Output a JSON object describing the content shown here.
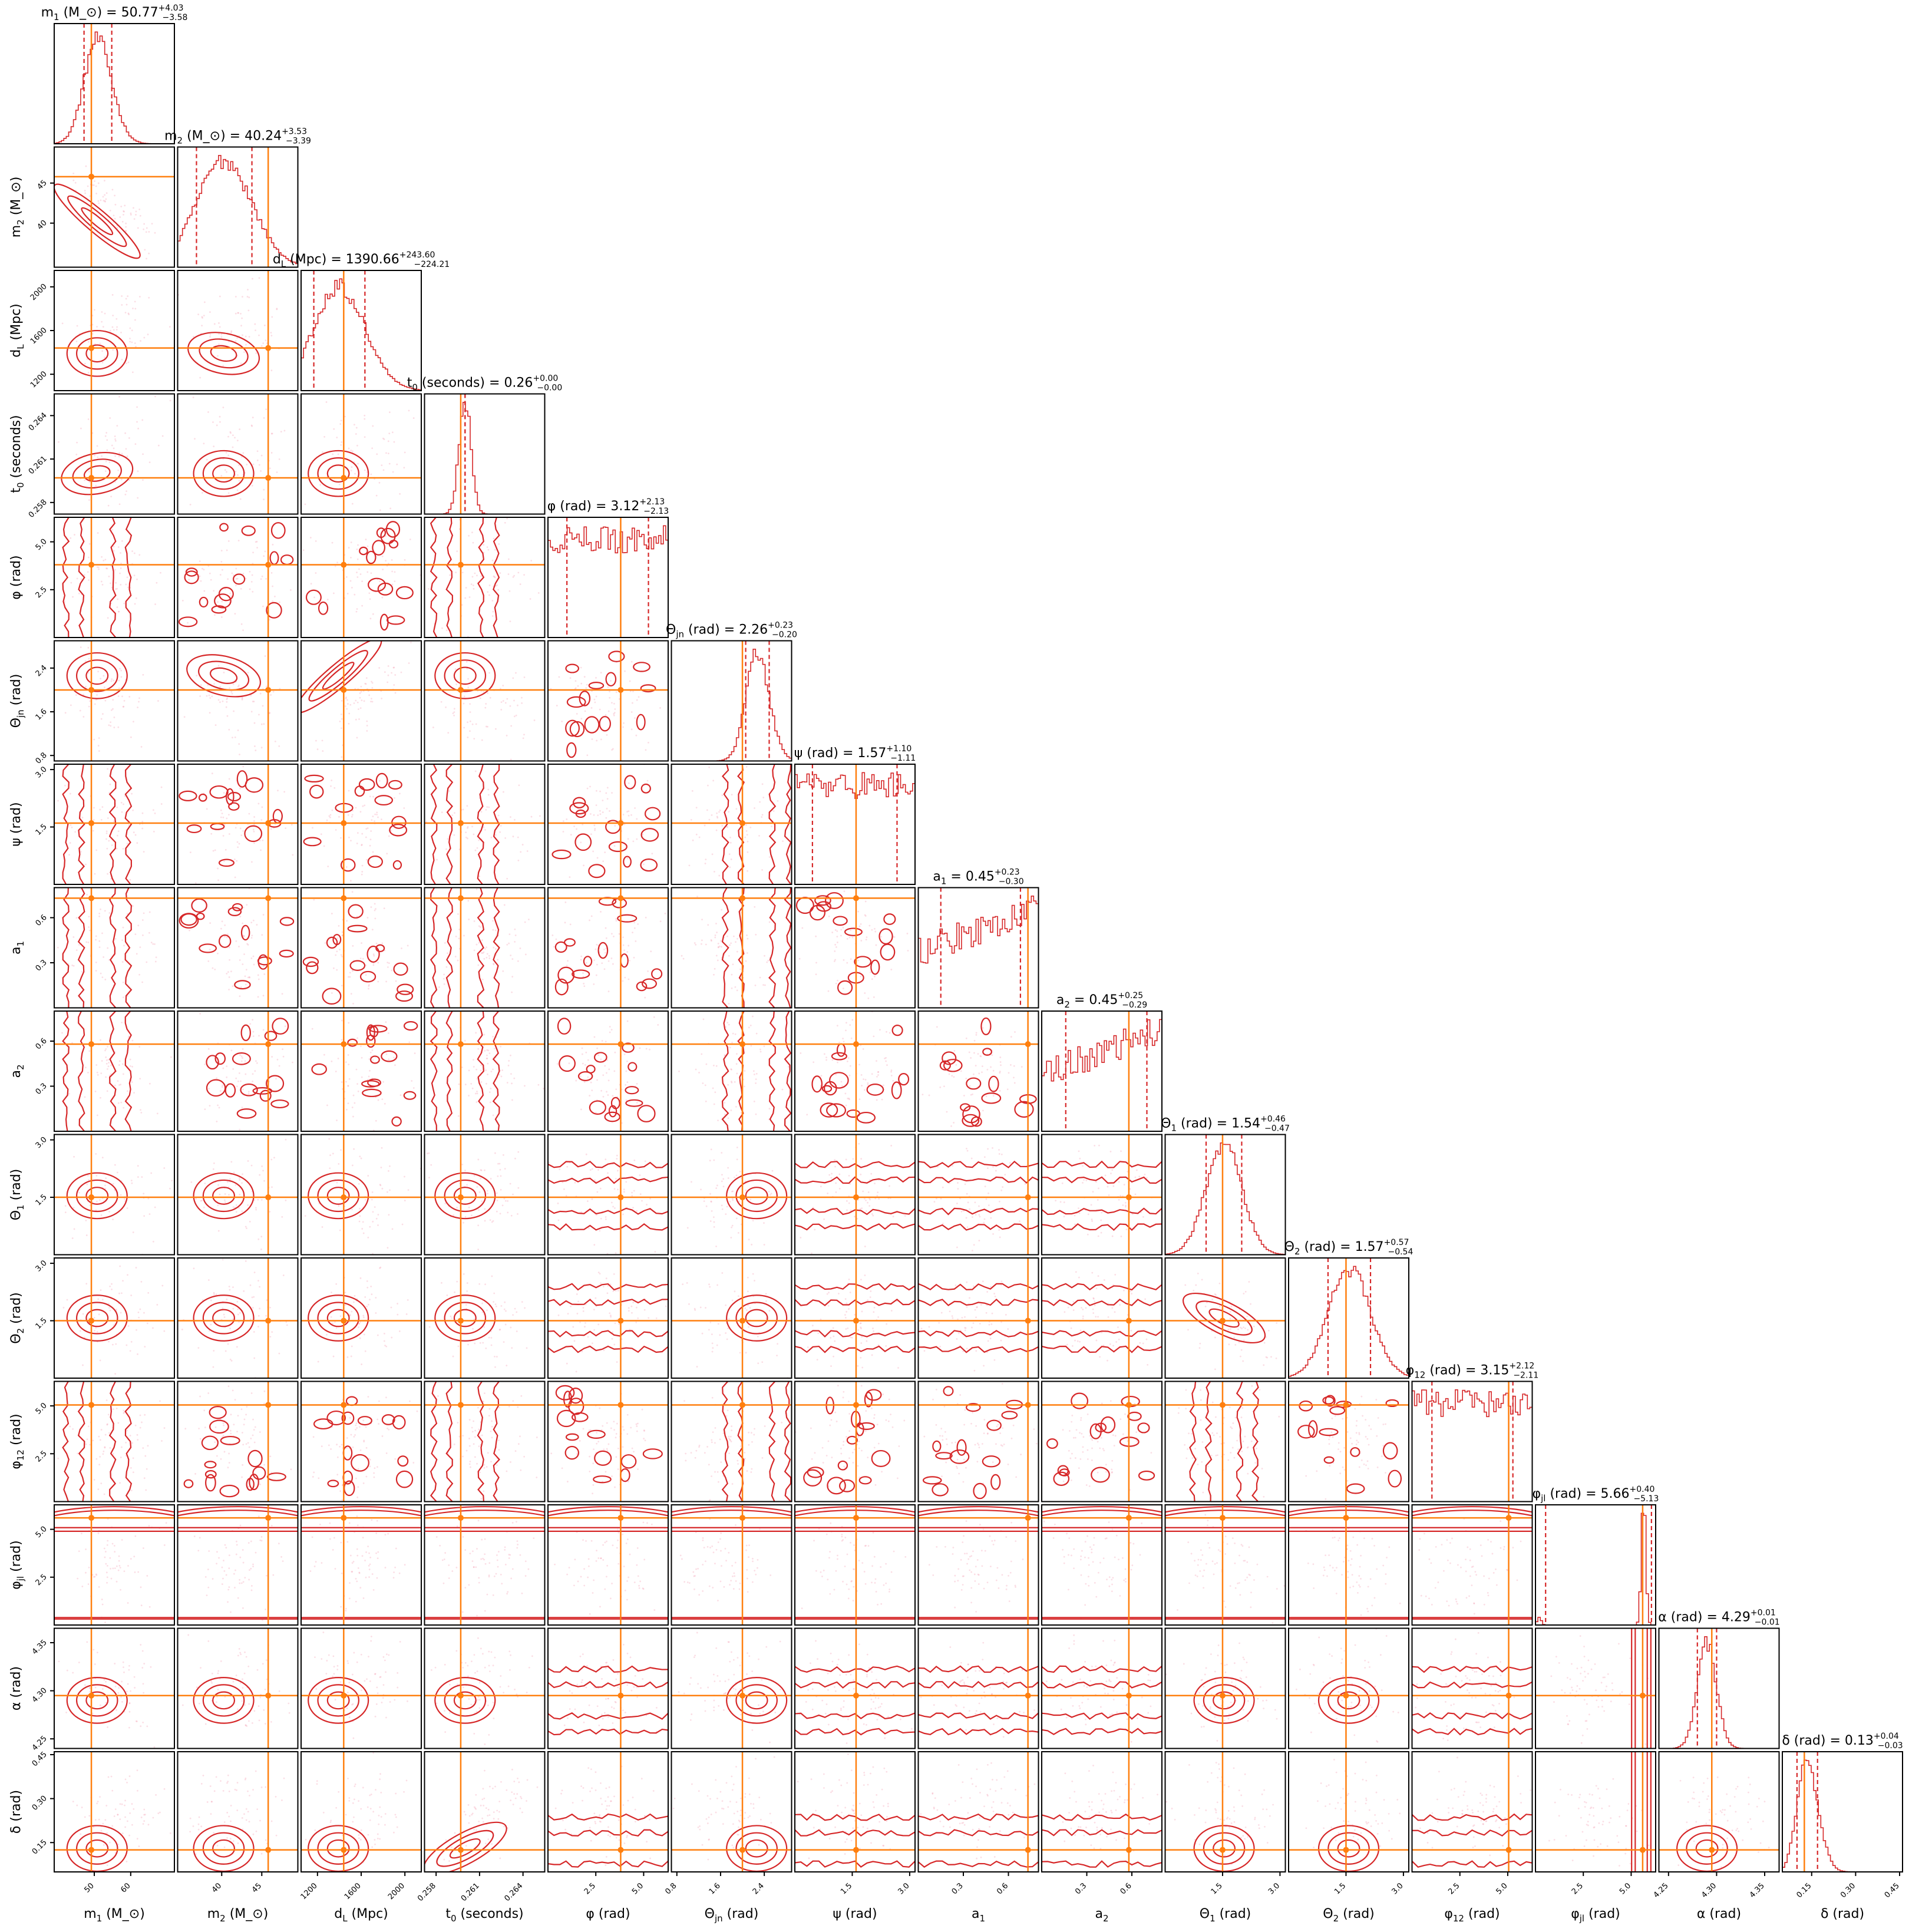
{
  "figure": {
    "type": "corner-plot"
  },
  "colors": {
    "posterior": "#d62728",
    "truth": "#ff7f0e",
    "samples": "#f08aa0",
    "frame": "#000000"
  },
  "chart_data": {
    "type": "corner",
    "parameters": [
      {
        "key": "m1",
        "label": "m_1 (M_⊙)",
        "title": "m_1 (M_⊙) = 50.77 +4.03 −3.58",
        "median": 50.77,
        "err_plus": 4.03,
        "err_minus": 3.58,
        "truth": 49.2,
        "lim": [
          39,
          72
        ],
        "ticks": [
          50,
          60
        ],
        "tick_labels": [
          "50",
          "60"
        ]
      },
      {
        "key": "m2",
        "label": "m_2 (M_⊙)",
        "title": "m_2 (M_⊙) = 40.24 +3.53 −3.39",
        "median": 40.24,
        "err_plus": 3.53,
        "err_minus": 3.39,
        "truth": 45.8,
        "lim": [
          34.5,
          49.5
        ],
        "ticks": [
          40,
          45
        ],
        "tick_labels": [
          "40",
          "45"
        ]
      },
      {
        "key": "dL",
        "label": "d_L (Mpc)",
        "title": "d_L (Mpc) = 1390.66 +243.60 −224.21",
        "median": 1390.66,
        "err_plus": 243.6,
        "err_minus": 224.21,
        "truth": 1440,
        "lim": [
          1050,
          2150
        ],
        "ticks": [
          1200,
          1600,
          2000
        ],
        "tick_labels": [
          "1200",
          "1600",
          "2000"
        ]
      },
      {
        "key": "t0",
        "label": "t_0 (seconds)",
        "title": "t_0 (seconds) = 0.26 +0.00 −0.00",
        "median": 0.26,
        "err_plus": 0.0,
        "err_minus": 0.0,
        "truth": 0.2597,
        "lim": [
          0.2572,
          0.2655
        ],
        "ticks": [
          0.258,
          0.261,
          0.264
        ],
        "tick_labels": [
          "0.258",
          "0.261",
          "0.264"
        ]
      },
      {
        "key": "phi",
        "label": "φ (rad)",
        "title": "φ (rad) = 3.12 +2.13 −2.13",
        "median": 3.12,
        "err_plus": 2.13,
        "err_minus": 2.13,
        "truth": 3.8,
        "lim": [
          0,
          6.28
        ],
        "ticks": [
          2.5,
          5.0
        ],
        "tick_labels": [
          "2.5",
          "5.0"
        ]
      },
      {
        "key": "thetajn",
        "label": "Θ_jn (rad)",
        "title": "Θ_jn (rad) = 2.26 +0.23 −0.20",
        "median": 2.26,
        "err_plus": 0.23,
        "err_minus": 0.2,
        "truth": 2.0,
        "lim": [
          0.7,
          2.9
        ],
        "ticks": [
          0.8,
          1.6,
          2.4
        ],
        "tick_labels": [
          "0.8",
          "1.6",
          "2.4"
        ]
      },
      {
        "key": "psi",
        "label": "ψ (rad)",
        "title": "ψ (rad) = 1.57 +1.10 −1.11",
        "median": 1.57,
        "err_plus": 1.1,
        "err_minus": 1.11,
        "truth": 1.6,
        "lim": [
          0,
          3.14
        ],
        "ticks": [
          1.5,
          3.0
        ],
        "tick_labels": [
          "1.5",
          "3.0"
        ]
      },
      {
        "key": "a1",
        "label": "a_1",
        "title": "a_1 = 0.45 +0.23 −0.30",
        "median": 0.45,
        "err_plus": 0.23,
        "err_minus": 0.3,
        "truth": 0.73,
        "lim": [
          0,
          0.8
        ],
        "ticks": [
          0.3,
          0.6
        ],
        "tick_labels": [
          "0.3",
          "0.6"
        ]
      },
      {
        "key": "a2",
        "label": "a_2",
        "title": "a_2 = 0.45 +0.25 −0.29",
        "median": 0.45,
        "err_plus": 0.25,
        "err_minus": 0.29,
        "truth": 0.58,
        "lim": [
          0,
          0.8
        ],
        "ticks": [
          0.3,
          0.6
        ],
        "tick_labels": [
          "0.3",
          "0.6"
        ]
      },
      {
        "key": "theta1",
        "label": "Θ_1 (rad)",
        "title": "Θ_1 (rad) = 1.54 +0.46 −0.47",
        "median": 1.54,
        "err_plus": 0.46,
        "err_minus": 0.47,
        "truth": 1.5,
        "lim": [
          0,
          3.14
        ],
        "ticks": [
          1.5,
          3.0
        ],
        "tick_labels": [
          "1.5",
          "3.0"
        ]
      },
      {
        "key": "theta2",
        "label": "Θ_2 (rad)",
        "title": "Θ_2 (rad) = 1.57 +0.57 −0.54",
        "median": 1.57,
        "err_plus": 0.57,
        "err_minus": 0.54,
        "truth": 1.5,
        "lim": [
          0,
          3.14
        ],
        "ticks": [
          1.5,
          3.0
        ],
        "tick_labels": [
          "1.5",
          "3.0"
        ]
      },
      {
        "key": "phi12",
        "label": "φ_12 (rad)",
        "title": "φ_12 (rad) = 3.15 +2.12 −2.11",
        "median": 3.15,
        "err_plus": 2.12,
        "err_minus": 2.11,
        "truth": 5.05,
        "lim": [
          0,
          6.28
        ],
        "ticks": [
          2.5,
          5.0
        ],
        "tick_labels": [
          "2.5",
          "5.0"
        ]
      },
      {
        "key": "phijl",
        "label": "φ_jl (rad)",
        "title": "φ_jl (rad) = 5.66 +0.40 −5.13",
        "median": 5.66,
        "err_plus": 0.4,
        "err_minus": 5.13,
        "truth": 5.6,
        "lim": [
          0,
          6.28
        ],
        "ticks": [
          2.5,
          5.0
        ],
        "tick_labels": [
          "2.5",
          "5.0"
        ]
      },
      {
        "key": "alpha",
        "label": "α (rad)",
        "title": "α (rad) = 4.29 +0.01 −0.01",
        "median": 4.29,
        "err_plus": 0.01,
        "err_minus": 0.01,
        "truth": 4.295,
        "lim": [
          4.24,
          4.365
        ],
        "ticks": [
          4.25,
          4.3,
          4.35
        ],
        "tick_labels": [
          "4.25",
          "4.30",
          "4.35"
        ]
      },
      {
        "key": "delta",
        "label": "δ (rad)",
        "title": "δ (rad) = 0.13 +0.04 −0.03",
        "median": 0.13,
        "err_plus": 0.04,
        "err_minus": 0.03,
        "truth": 0.125,
        "lim": [
          0.05,
          0.46
        ],
        "ticks": [
          0.15,
          0.3,
          0.45
        ],
        "tick_labels": [
          "0.15",
          "0.30",
          "0.45"
        ]
      }
    ],
    "correlations": {
      "m1|m2": -0.85,
      "dL|thetajn": 0.85,
      "m1|t0": 0.2,
      "dL|m2": -0.2,
      "t0|delta": 0.55,
      "theta1|theta2": -0.5,
      "m2|thetajn": -0.25
    },
    "noisy_pairs": [
      "phi|m2",
      "phi|dL",
      "phi|psi",
      "phi|a1",
      "phi|a2",
      "phi|phi12",
      "phi|thetajn",
      "psi|m2",
      "psi|dL",
      "psi|a1",
      "psi|a2",
      "psi|phi12",
      "a1|m2",
      "a1|dL",
      "a1|a2",
      "a1|phi12",
      "a2|m2",
      "a2|dL",
      "a2|phi12",
      "phi12|m2",
      "phi12|dL",
      "phi12|theta2"
    ],
    "bimodal": [
      "phijl"
    ]
  }
}
